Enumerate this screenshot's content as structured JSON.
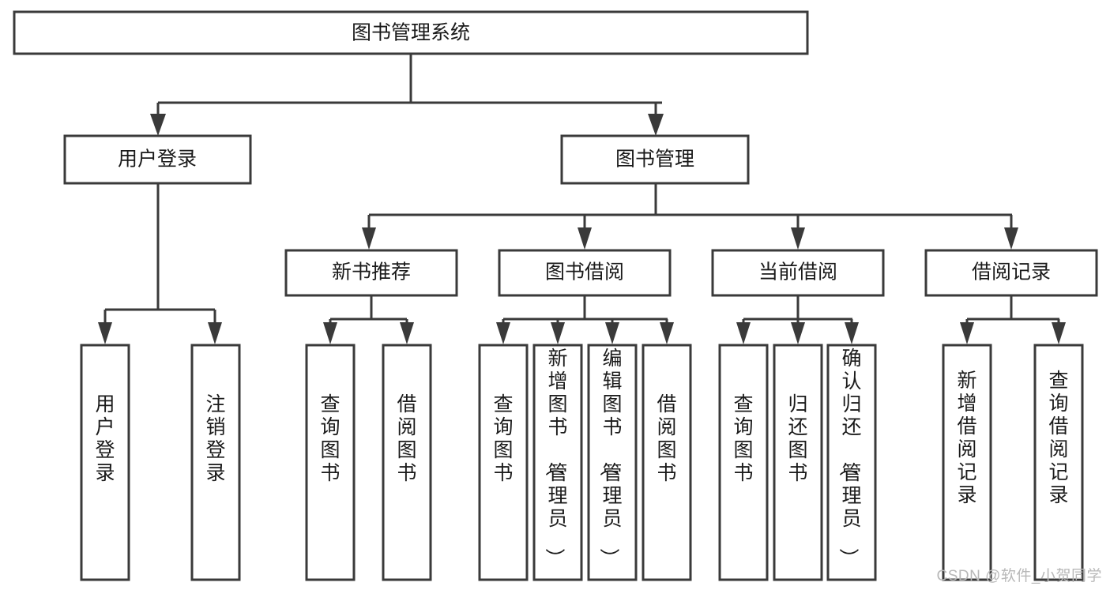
{
  "diagram": {
    "title": "图书管理系统",
    "type": "tree-hierarchy-diagram",
    "colors": {
      "box_stroke": "#3a3a3a",
      "box_fill": "#ffffff",
      "text": "#1a1a1a",
      "background": "#ffffff",
      "watermark": "#b8b8b8"
    },
    "root": {
      "label": "图书管理系统",
      "orientation": "horizontal"
    },
    "level2": [
      {
        "label": "用户登录",
        "orientation": "horizontal"
      },
      {
        "label": "图书管理",
        "orientation": "horizontal"
      }
    ],
    "level3": [
      {
        "label": "新书推荐",
        "orientation": "horizontal"
      },
      {
        "label": "图书借阅",
        "orientation": "horizontal"
      },
      {
        "label": "当前借阅",
        "orientation": "horizontal"
      },
      {
        "label": "借阅记录",
        "orientation": "horizontal"
      }
    ],
    "leaves": {
      "user_login": [
        {
          "label": "用户登录",
          "orientation": "vertical"
        },
        {
          "label": "注销登录",
          "orientation": "vertical"
        }
      ],
      "new_book_recommend": [
        {
          "label": "查询图书",
          "orientation": "vertical"
        },
        {
          "label": "借阅图书",
          "orientation": "vertical"
        }
      ],
      "book_borrow": [
        {
          "label": "查询图书",
          "orientation": "vertical"
        },
        {
          "label": "新增图书（管理员）",
          "orientation": "vertical"
        },
        {
          "label": "编辑图书（管理员）",
          "orientation": "vertical"
        },
        {
          "label": "借阅图书",
          "orientation": "vertical"
        }
      ],
      "current_borrow": [
        {
          "label": "查询图书",
          "orientation": "vertical"
        },
        {
          "label": "归还图书",
          "orientation": "vertical"
        },
        {
          "label": "确认归还（管理员）",
          "orientation": "vertical"
        }
      ],
      "borrow_record": [
        {
          "label": "新增借阅记录",
          "orientation": "vertical"
        },
        {
          "label": "查询借阅记录",
          "orientation": "vertical"
        }
      ]
    }
  },
  "watermark": {
    "text": "CSDN @软件_小贺同学"
  }
}
